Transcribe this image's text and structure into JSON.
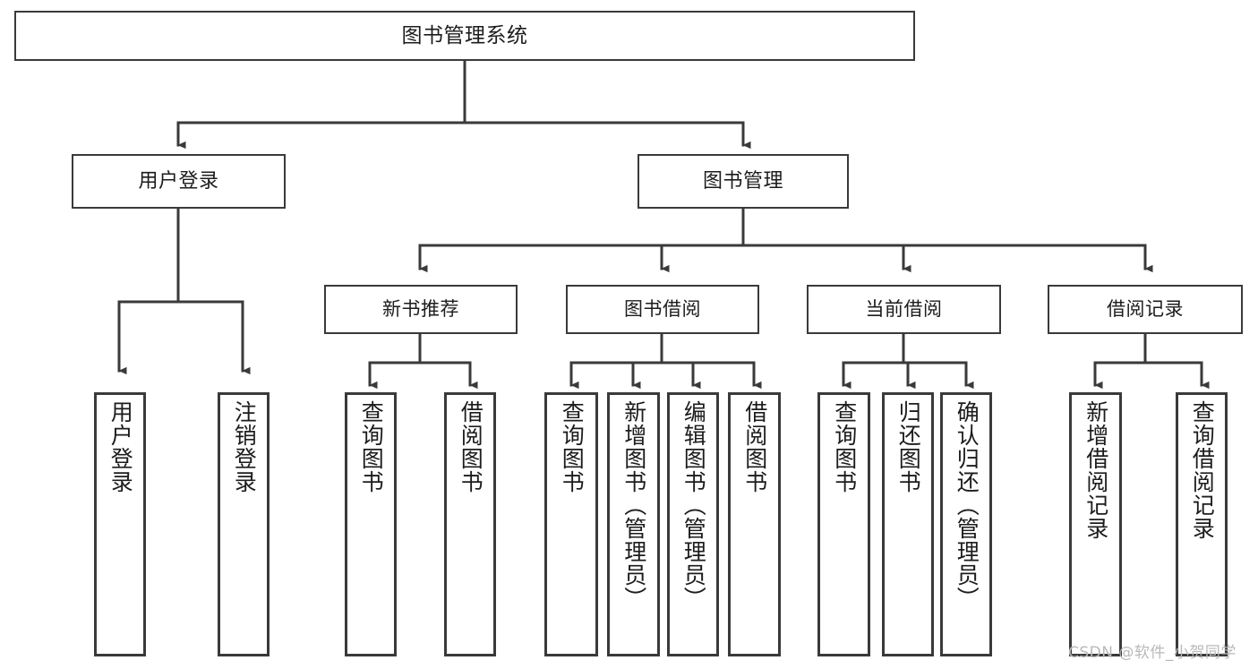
{
  "diagram": {
    "title": "图书管理系统",
    "type": "tree-hierarchy-chart",
    "watermark": "CSDN @软件_小贺同学",
    "colors": {
      "stroke": "#3a3a3a",
      "fill": "#ffffff",
      "text": "#1c1c1c",
      "watermark": "#b9b9b9"
    },
    "root": {
      "label": "图书管理系统"
    },
    "level2": [
      {
        "label": "用户登录"
      },
      {
        "label": "图书管理"
      }
    ],
    "level3": [
      {
        "label": "新书推荐"
      },
      {
        "label": "图书借阅"
      },
      {
        "label": "当前借阅"
      },
      {
        "label": "借阅记录"
      }
    ],
    "leaves": {
      "user_login": [
        {
          "label": "用户登录"
        },
        {
          "label": "注销登录"
        }
      ],
      "new_book_recommend": [
        {
          "label": "查询图书"
        },
        {
          "label": "借阅图书"
        }
      ],
      "book_borrow": [
        {
          "label": "查询图书"
        },
        {
          "label": "新增图书（管理员）"
        },
        {
          "label": "编辑图书（管理员）"
        },
        {
          "label": "借阅图书"
        }
      ],
      "current_borrow": [
        {
          "label": "查询图书"
        },
        {
          "label": "归还图书"
        },
        {
          "label": "确认归还（管理员）"
        }
      ],
      "borrow_record": [
        {
          "label": "新增借阅记录"
        },
        {
          "label": "查询借阅记录"
        }
      ]
    }
  }
}
